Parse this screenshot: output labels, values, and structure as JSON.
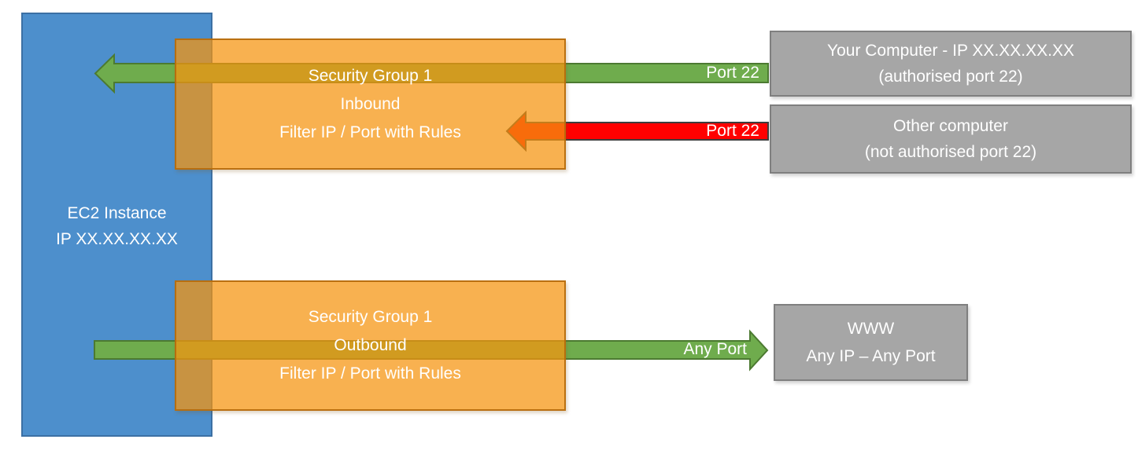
{
  "ec2_instance": {
    "line1": "EC2 Instance",
    "line2": "IP XX.XX.XX.XX"
  },
  "security_group_inbound": {
    "line1": "Security Group 1",
    "line2": "Inbound",
    "line3": "Filter IP / Port with Rules"
  },
  "security_group_outbound": {
    "line1": "Security Group 1",
    "line2": "Outbound",
    "line3": "Filter IP / Port with Rules"
  },
  "your_computer": {
    "line1": "Your Computer - IP XX.XX.XX.XX",
    "line2": "(authorised port 22)"
  },
  "other_computer": {
    "line1": "Other computer",
    "line2": "(not authorised port 22)"
  },
  "www": {
    "line1": "WWW",
    "line2": "Any IP – Any Port"
  },
  "arrow_labels": {
    "inbound_allowed": "Port 22",
    "inbound_blocked": "Port 22",
    "outbound": "Any Port"
  },
  "colors": {
    "ec2_fill": "#4D8FCC",
    "ec2_border": "#3C70A4",
    "security_group_fill_rgba": "rgba(245,148,15,0.73)",
    "security_group_border": "#B46A0C",
    "external_box_fill": "#A6A6A6",
    "external_box_border": "#7F7F7F",
    "allowed_arrow_fill": "#6FAC4D",
    "allowed_arrow_border": "#4C7A31",
    "blocked_arrow_fill": "#FF0000",
    "blocked_arrow_border": "#3D3D3D",
    "text": "#FFFFFF"
  }
}
